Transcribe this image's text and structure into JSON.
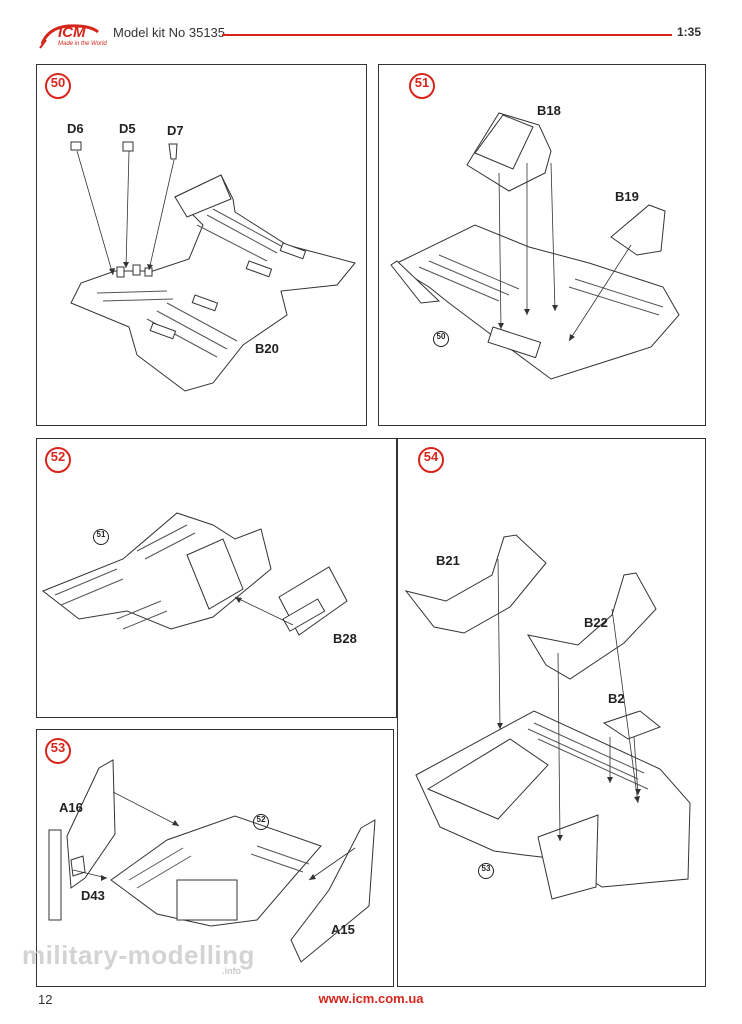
{
  "header": {
    "brand": "ICM",
    "tagline": "Made in the World",
    "kit_title": "Model kit No 35135",
    "scale": "1:35"
  },
  "steps": {
    "s50": {
      "number": "50",
      "labels": [
        "D6",
        "D5",
        "D7",
        "B20"
      ]
    },
    "s51": {
      "number": "51",
      "labels": [
        "B18",
        "B19"
      ],
      "ref": "50"
    },
    "s52": {
      "number": "52",
      "labels": [
        "B28"
      ],
      "ref": "51"
    },
    "s53": {
      "number": "53",
      "labels": [
        "A16",
        "D43",
        "A15"
      ],
      "ref": "52"
    },
    "s54": {
      "number": "54",
      "labels": [
        "B21",
        "B22",
        "B2"
      ],
      "ref": "53"
    }
  },
  "footer": {
    "page": "12",
    "url": "www.icm.com.ua"
  },
  "watermark": {
    "main": "military-modelling",
    "sub": ".info"
  },
  "colors": {
    "accent": "#d6261c",
    "line": "#222222"
  }
}
